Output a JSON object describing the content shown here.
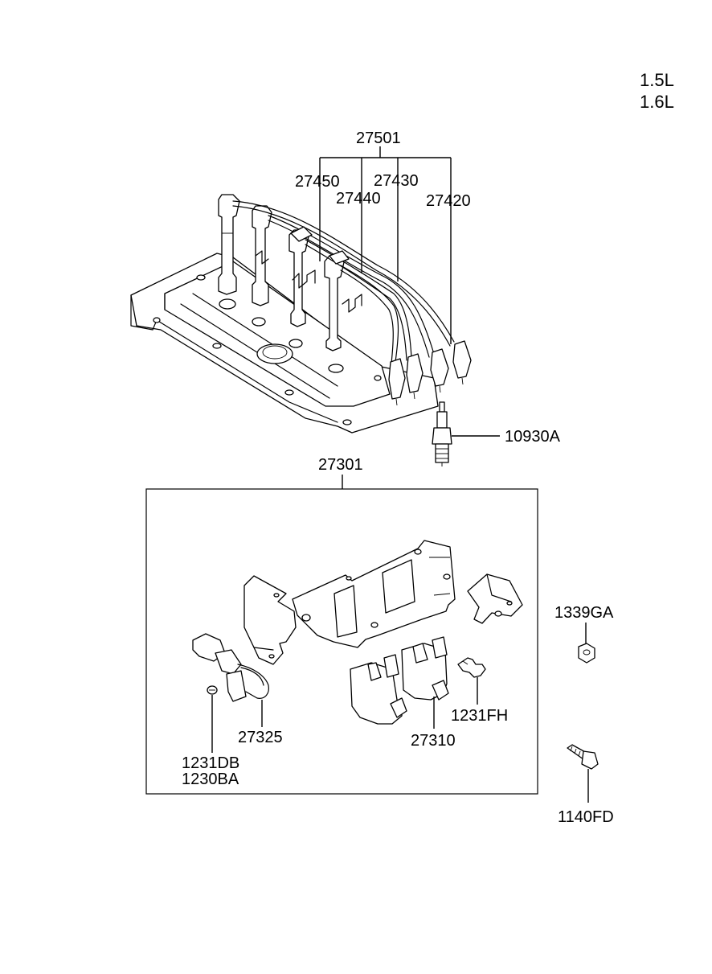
{
  "engine_variants": [
    "1.5L",
    "1.6L"
  ],
  "parts": {
    "cable_set": "27501",
    "cable_1": "27450",
    "cable_2": "27440",
    "cable_3": "27430",
    "cable_4": "27420",
    "spark_plug": "10930A",
    "coil_assembly": "27301",
    "ignition_coil": "27310",
    "sensor": "27325",
    "screw_coil": "1231FH",
    "screw_a": "1231DB",
    "screw_b": "1230BA",
    "nut": "1339GA",
    "bolt": "1140FD"
  }
}
